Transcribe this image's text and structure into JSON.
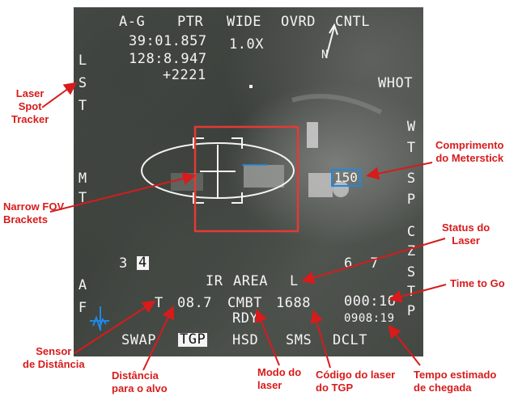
{
  "top_row": [
    "A-G",
    "PTR",
    "WIDE",
    "OVRD",
    "CNTL"
  ],
  "coords": {
    "lat": "39:01.857",
    "lon": "128:8.947",
    "elev": "+2221"
  },
  "zoom": "1.0X",
  "north_label": "N",
  "left_col1": [
    "L",
    "S",
    "T"
  ],
  "left_col2": [
    "M",
    "T"
  ],
  "left_col3": [
    "A",
    "F"
  ],
  "right_whot": "WHOT",
  "right_col1": [
    "W",
    "T"
  ],
  "right_col2": [
    "S",
    "P"
  ],
  "right_col3": [
    "C",
    "Z"
  ],
  "right_col4": [
    "S",
    "T",
    "P"
  ],
  "meterstick": "150",
  "pages": [
    "3",
    "4"
  ],
  "pages_right": "6  7",
  "mode_line": {
    "ir": "IR",
    "area": "AREA",
    "laser": "L"
  },
  "range_sensor": "T",
  "range_value": "08.7",
  "laser_mode": "CMBT",
  "laser_code": "1688",
  "laser_ready": "RDY",
  "time_to_go": "000:16",
  "eta": "0908:19",
  "bottom_tabs": [
    "SWAP",
    "TGP",
    "HSD",
    "SMS",
    "DCLT"
  ],
  "annotations": {
    "laser_spot_tracker": "Laser\nSpot\nTracker",
    "narrow_fov": "Narrow FOV\nBrackets",
    "sensor_distancia": "Sensor\nde Distância",
    "distancia_alvo": "Distância\npara o alvo",
    "modo_laser": "Modo do\nlaser",
    "codigo_laser": "Código do laser\ndo TGP",
    "tempo_estimado": "Tempo estimado\nde chegada",
    "time_to_go": "Time to Go",
    "status_laser": "Status do\nLaser",
    "comprimento_meterstick": "Comprimento\ndo Meterstick"
  },
  "colors": {
    "annotation": "#d81b1b",
    "symbology": "#f4f4f4",
    "meterstick_box": "#1e88e5",
    "fov_bracket_box": "#e53935",
    "attitude_symbol": "#1e88e5"
  }
}
